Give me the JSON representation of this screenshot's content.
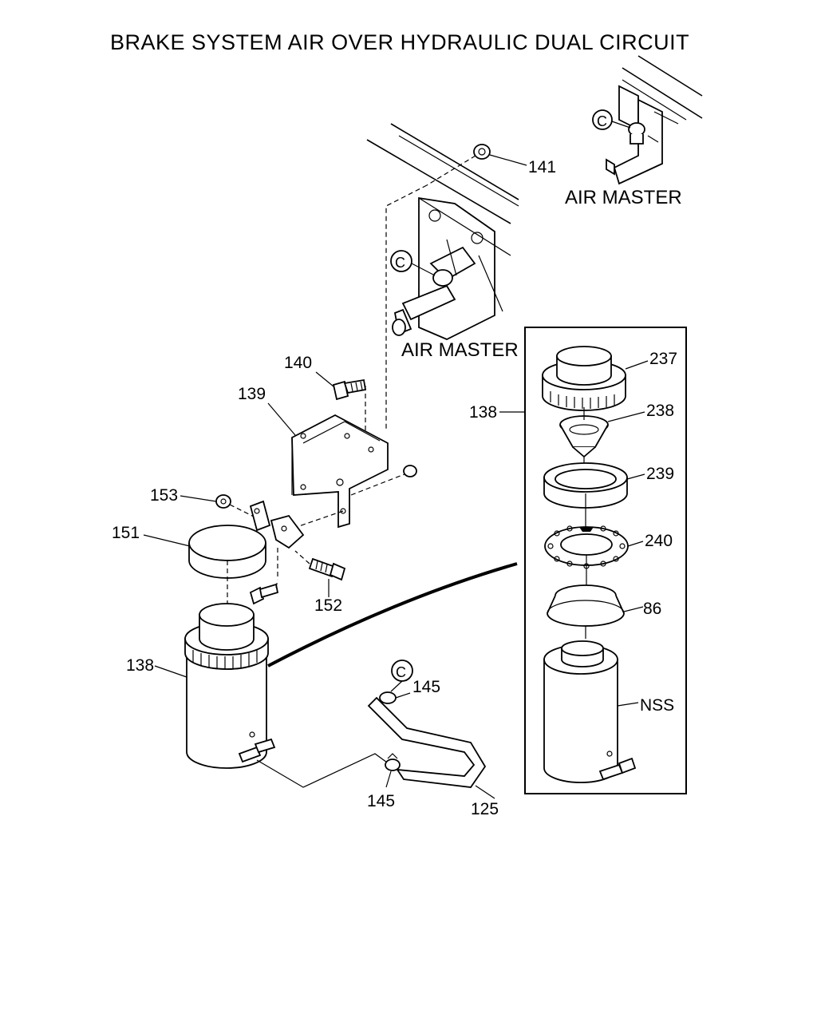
{
  "title": "BRAKE SYSTEM AIR OVER HYDRAULIC DUAL CIRCUIT",
  "sub_views": [
    {
      "label": "AIR MASTER",
      "reference": "C"
    },
    {
      "label": "AIR MASTER",
      "reference": "C"
    }
  ],
  "detail_box": {
    "callout": "138",
    "parts": [
      "237",
      "238",
      "239",
      "240",
      "86",
      "NSS"
    ]
  },
  "callouts": {
    "p141": "141",
    "p140": "140",
    "p139": "139",
    "p153": "153",
    "p151": "151",
    "p152": "152",
    "p138": "138",
    "p145a": "145",
    "p145b": "145",
    "p125": "125",
    "ref_c": "C"
  }
}
